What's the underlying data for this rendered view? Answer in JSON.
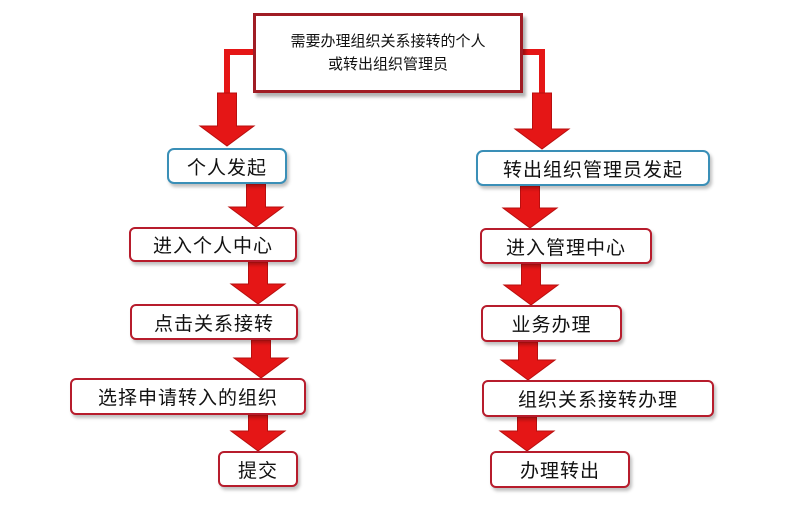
{
  "colors": {
    "arrow": "#e51616",
    "box_border": "#b71c2c",
    "start_border": "#3a8fb7",
    "text": "#111111"
  },
  "top": {
    "line1": "需要办理组织关系接转的个人",
    "line2": "或转出组织管理员"
  },
  "left": {
    "start": "个人发起",
    "steps": [
      "进入个人中心",
      "点击关系接转",
      "选择申请转入的组织",
      "提交"
    ]
  },
  "right": {
    "start": "转出组织管理员发起",
    "steps": [
      "进入管理中心",
      "业务办理",
      "组织关系接转办理",
      "办理转出"
    ]
  }
}
